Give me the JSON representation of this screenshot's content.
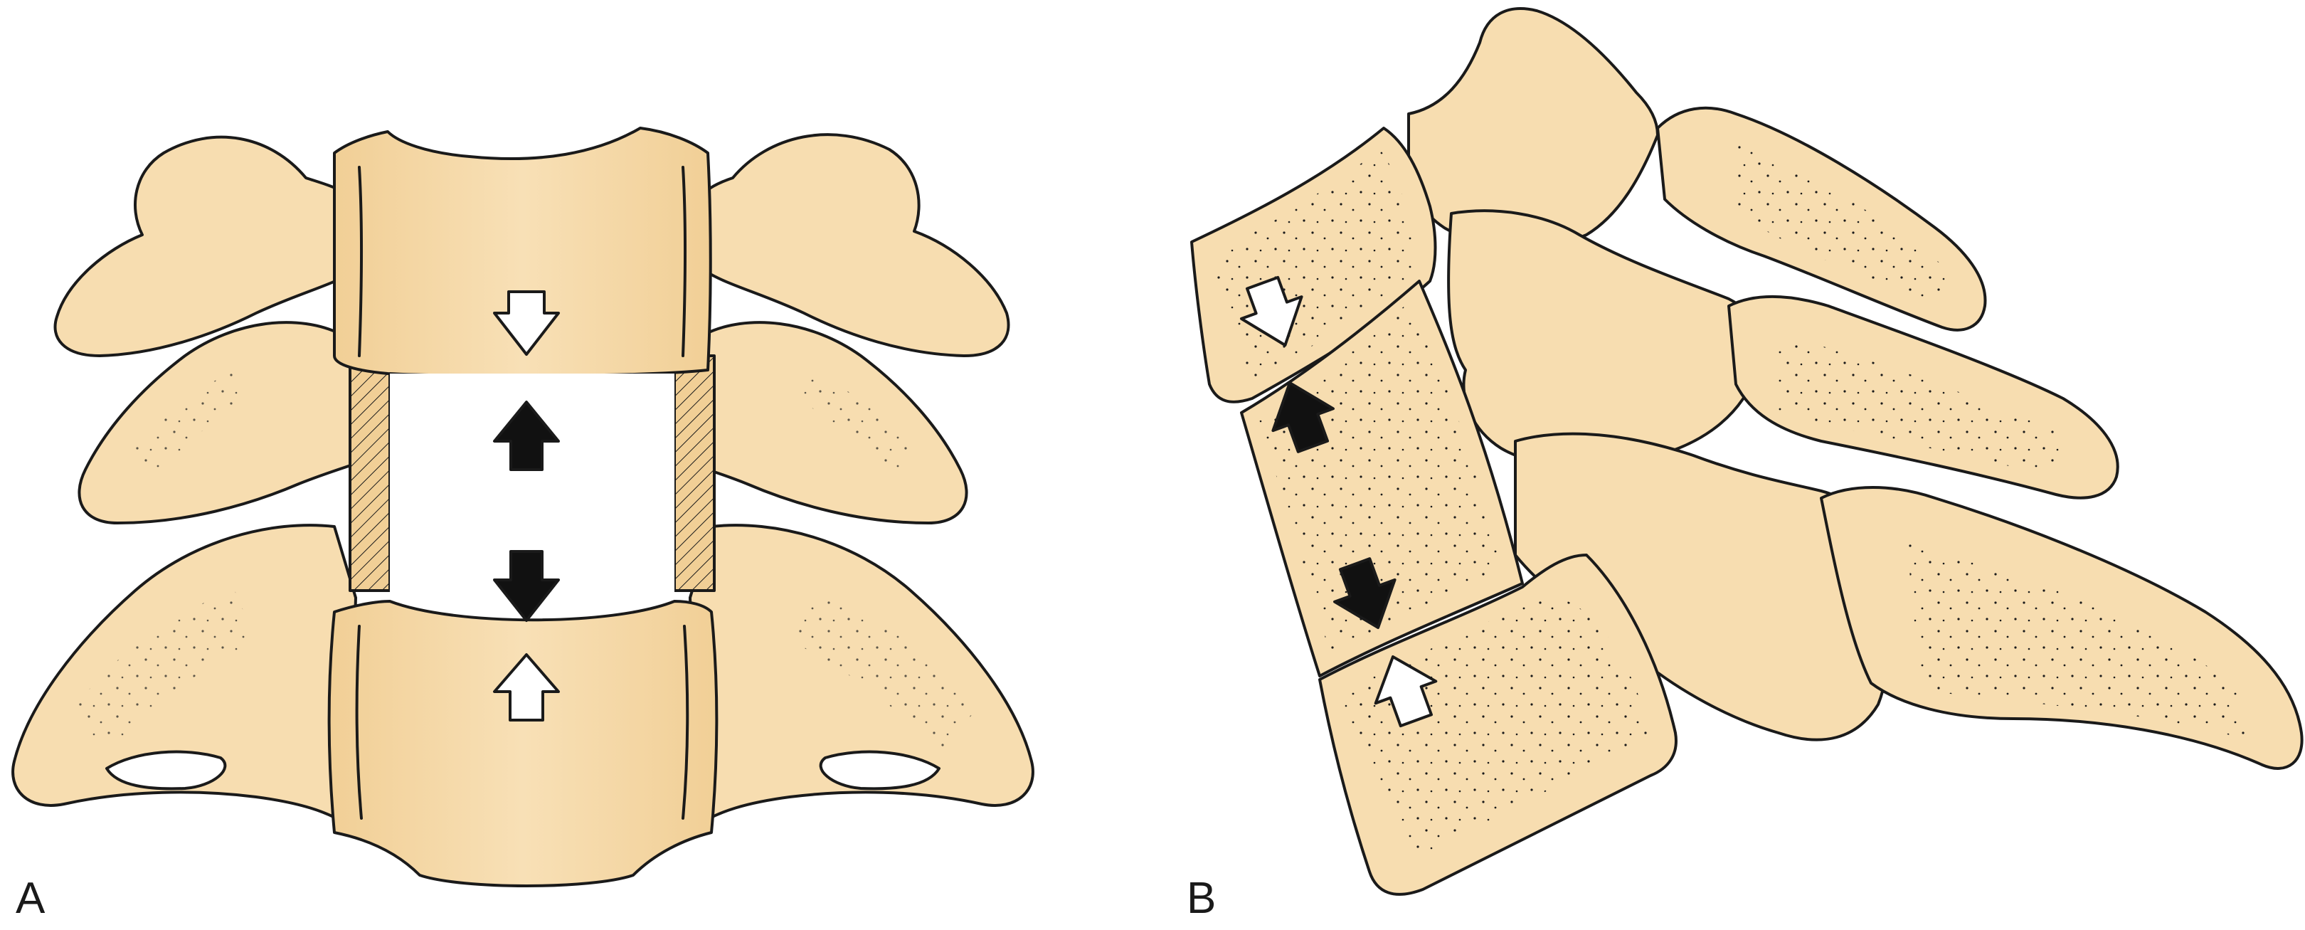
{
  "panels": [
    {
      "label": "A"
    },
    {
      "label": "B"
    }
  ],
  "colors": {
    "bone_fill": "#f7ddb0",
    "bone_shade": "#f1cf96",
    "outline": "#1a1a1a",
    "background": "#ffffff",
    "arrow_black": "#111111",
    "arrow_white": "#ffffff"
  },
  "arrows": {
    "panel_a": [
      {
        "color": "white",
        "direction": "down"
      },
      {
        "color": "black",
        "direction": "up"
      },
      {
        "color": "black",
        "direction": "down"
      },
      {
        "color": "white",
        "direction": "up"
      }
    ],
    "panel_b": [
      {
        "color": "white",
        "direction": "down"
      },
      {
        "color": "black",
        "direction": "up"
      },
      {
        "color": "black",
        "direction": "down"
      },
      {
        "color": "white",
        "direction": "up"
      }
    ]
  }
}
